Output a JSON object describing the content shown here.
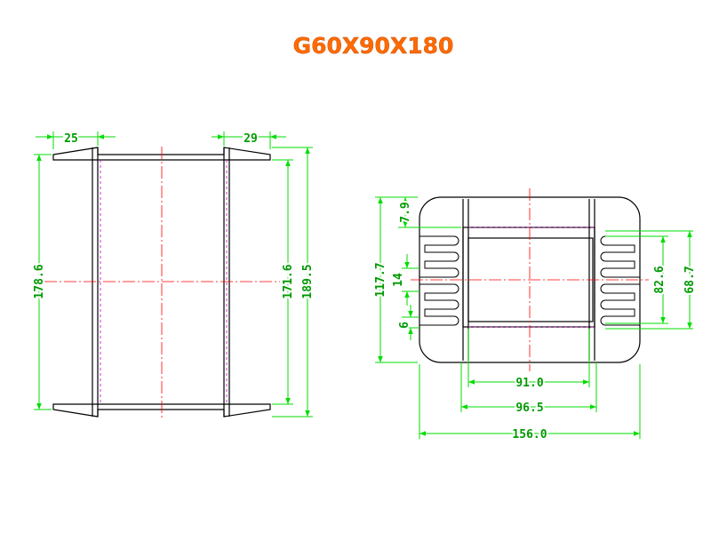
{
  "title": "G60X90X180",
  "dimensions": {
    "side_width_left": "25",
    "side_width_right": "29",
    "side_height_outer": "178.6",
    "side_height_inner": "171.6",
    "side_height_total": "189.5",
    "front_top_offset": "7.9",
    "front_height": "117.7",
    "front_slot_gap": "14",
    "front_fin_pitch": "6",
    "front_window_height": "82.6",
    "front_window_outer": "68.7",
    "front_width_inner": "91.0",
    "front_width_mid": "96.5",
    "front_width_total": "156.0"
  },
  "colors": {
    "title": "#ff6a00",
    "dimension": "#00dd00",
    "outline": "#000000",
    "centerline": "#ff0000",
    "hidden": "#cc00cc"
  }
}
